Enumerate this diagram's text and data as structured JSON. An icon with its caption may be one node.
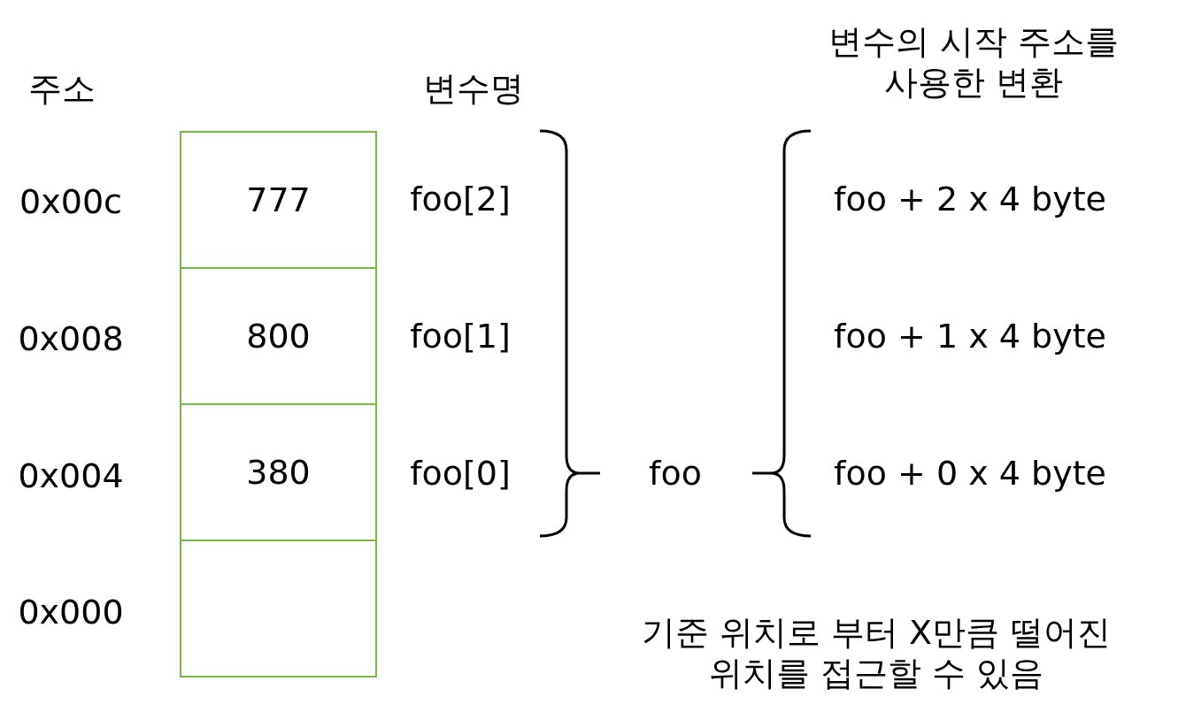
{
  "diagram": {
    "nodes": [
      {
        "text": [
          "777"
        ]
      },
      {
        "text": [
          "800"
        ]
      },
      {
        "text": [
          "380"
        ]
      },
      {
        "text": [],
        "shape": "box"
      }
    ],
    "labels": [
      "주소",
      "변수명",
      "변수의 시작 주소를 사용한 변환",
      "0x00c",
      "foo[2]",
      "foo + 2 x 4 byte",
      "0x008",
      "foo[1]",
      "foo + 1 x 4 byte",
      "0x004",
      "foo[0]",
      "foo",
      "foo + 0 x 4 byte",
      "0x000",
      "기준 위치로 부터 X만큼 떨어진 위치를 접근할 수 있음"
    ]
  }
}
